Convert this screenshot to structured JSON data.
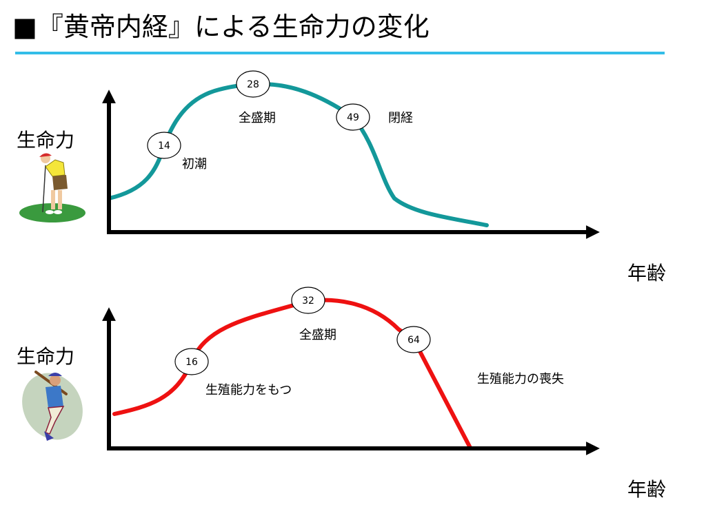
{
  "title": "■『黄帝内経』による生命力の変化",
  "colors": {
    "title_rule": "#33bde8",
    "female_curve": "#13989a",
    "male_curve": "#ee1111",
    "axis": "#000000"
  },
  "figures": {
    "top": "golfer-woman-icon",
    "bottom": "batter-man-icon"
  },
  "chart_data": [
    {
      "type": "line",
      "series": [
        {
          "name": "",
          "color": "#13989a"
        }
      ],
      "ylabel": "生命力",
      "xlabel": "年齢",
      "milestones": [
        {
          "age": "14",
          "note": "初潮"
        },
        {
          "age": "28",
          "note": "全盛期"
        },
        {
          "age": "49",
          "note": "閉経"
        }
      ]
    },
    {
      "type": "line",
      "series": [
        {
          "name": "",
          "color": "#ee1111"
        }
      ],
      "ylabel": "生命力",
      "xlabel": "年齢",
      "milestones": [
        {
          "age": "16",
          "note": "生殖能力をもつ"
        },
        {
          "age": "32",
          "note": "全盛期"
        },
        {
          "age": "64",
          "note": "生殖能力の喪失"
        }
      ]
    }
  ]
}
